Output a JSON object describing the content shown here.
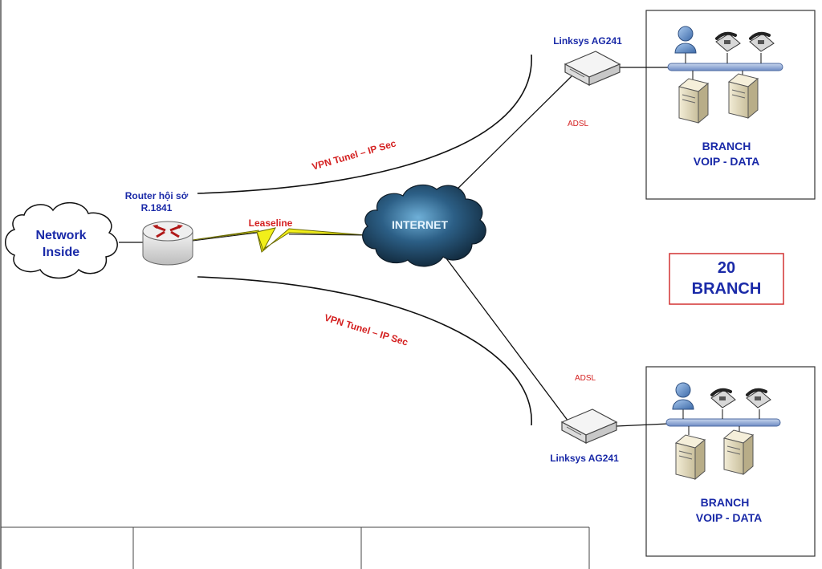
{
  "hq": {
    "network_label_line1": "Network",
    "network_label_line2": "Inside",
    "router_label_line1": "Router hội sở",
    "router_label_line2": "R.1841"
  },
  "links": {
    "leaseline": "Leaseline",
    "vpn_top": "VPN Tunel – IP Sec",
    "vpn_bottom": "VPN Tunel – IP Sec",
    "adsl_top": "ADSL",
    "adsl_bottom": "ADSL"
  },
  "internet": {
    "label": "INTERNET"
  },
  "branch_top": {
    "device_label": "Linksys AG241",
    "line1": "BRANCH",
    "line2": "VOIP - DATA"
  },
  "branch_bottom": {
    "device_label": "Linksys AG241",
    "line1": "BRANCH",
    "line2": "VOIP - DATA"
  },
  "branch_count": {
    "count": "20",
    "label": "BRANCH"
  },
  "colors": {
    "label_blue": "#1a2aa8",
    "red_text": "#d42020",
    "badge_border": "#d23232",
    "cloud_dark": "#1b3a52",
    "lightning": "#f2ef1a",
    "bus": "#8aa6d8"
  },
  "icons": [
    "network-cloud-icon",
    "router-icon",
    "internet-cloud-icon",
    "lightning-link-icon",
    "adsl-modem-icon",
    "user-icon",
    "ip-phone-icon",
    "server-tower-icon"
  ]
}
